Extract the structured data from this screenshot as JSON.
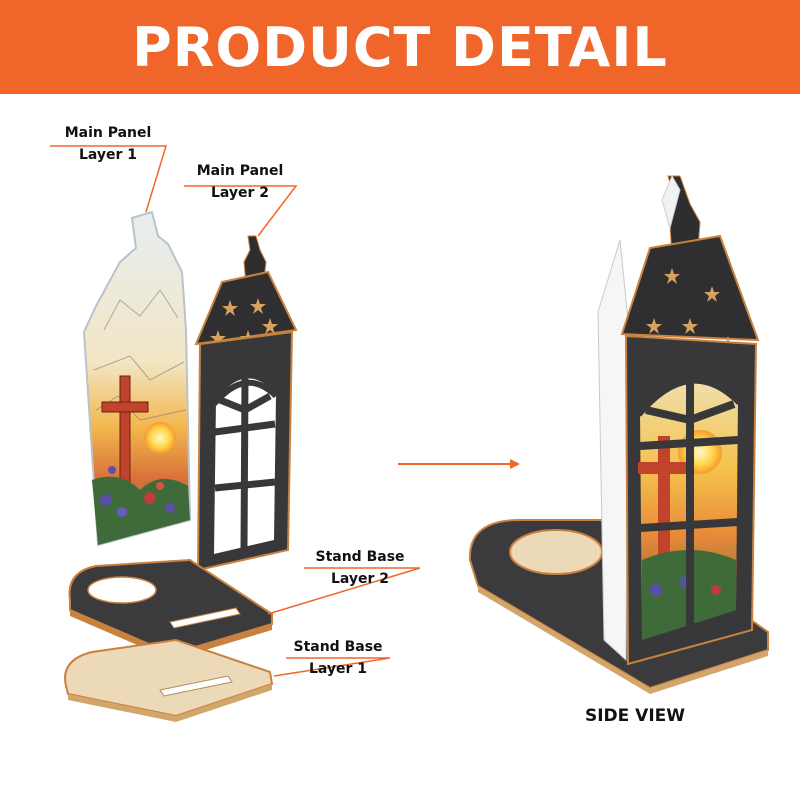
{
  "header": {
    "title": "PRODUCT DETAIL"
  },
  "labels": {
    "main_panel_1": {
      "line1": "Main Panel",
      "line2": "Layer 1"
    },
    "main_panel_2": {
      "line1": "Main Panel",
      "line2": "Layer 2"
    },
    "stand_base_2": {
      "line1": "Stand Base",
      "line2": "Layer 2"
    },
    "stand_base_1": {
      "line1": "Stand Base",
      "line2": "Layer 1"
    },
    "side_view": "SIDE VIEW"
  },
  "colors": {
    "accent": "#f0662a",
    "dark_wood": "#3a3a3c",
    "light_wood": "#ecd9b7",
    "wood_edge": "#c9813e"
  },
  "icons": {
    "arrow": "right-arrow-icon"
  }
}
